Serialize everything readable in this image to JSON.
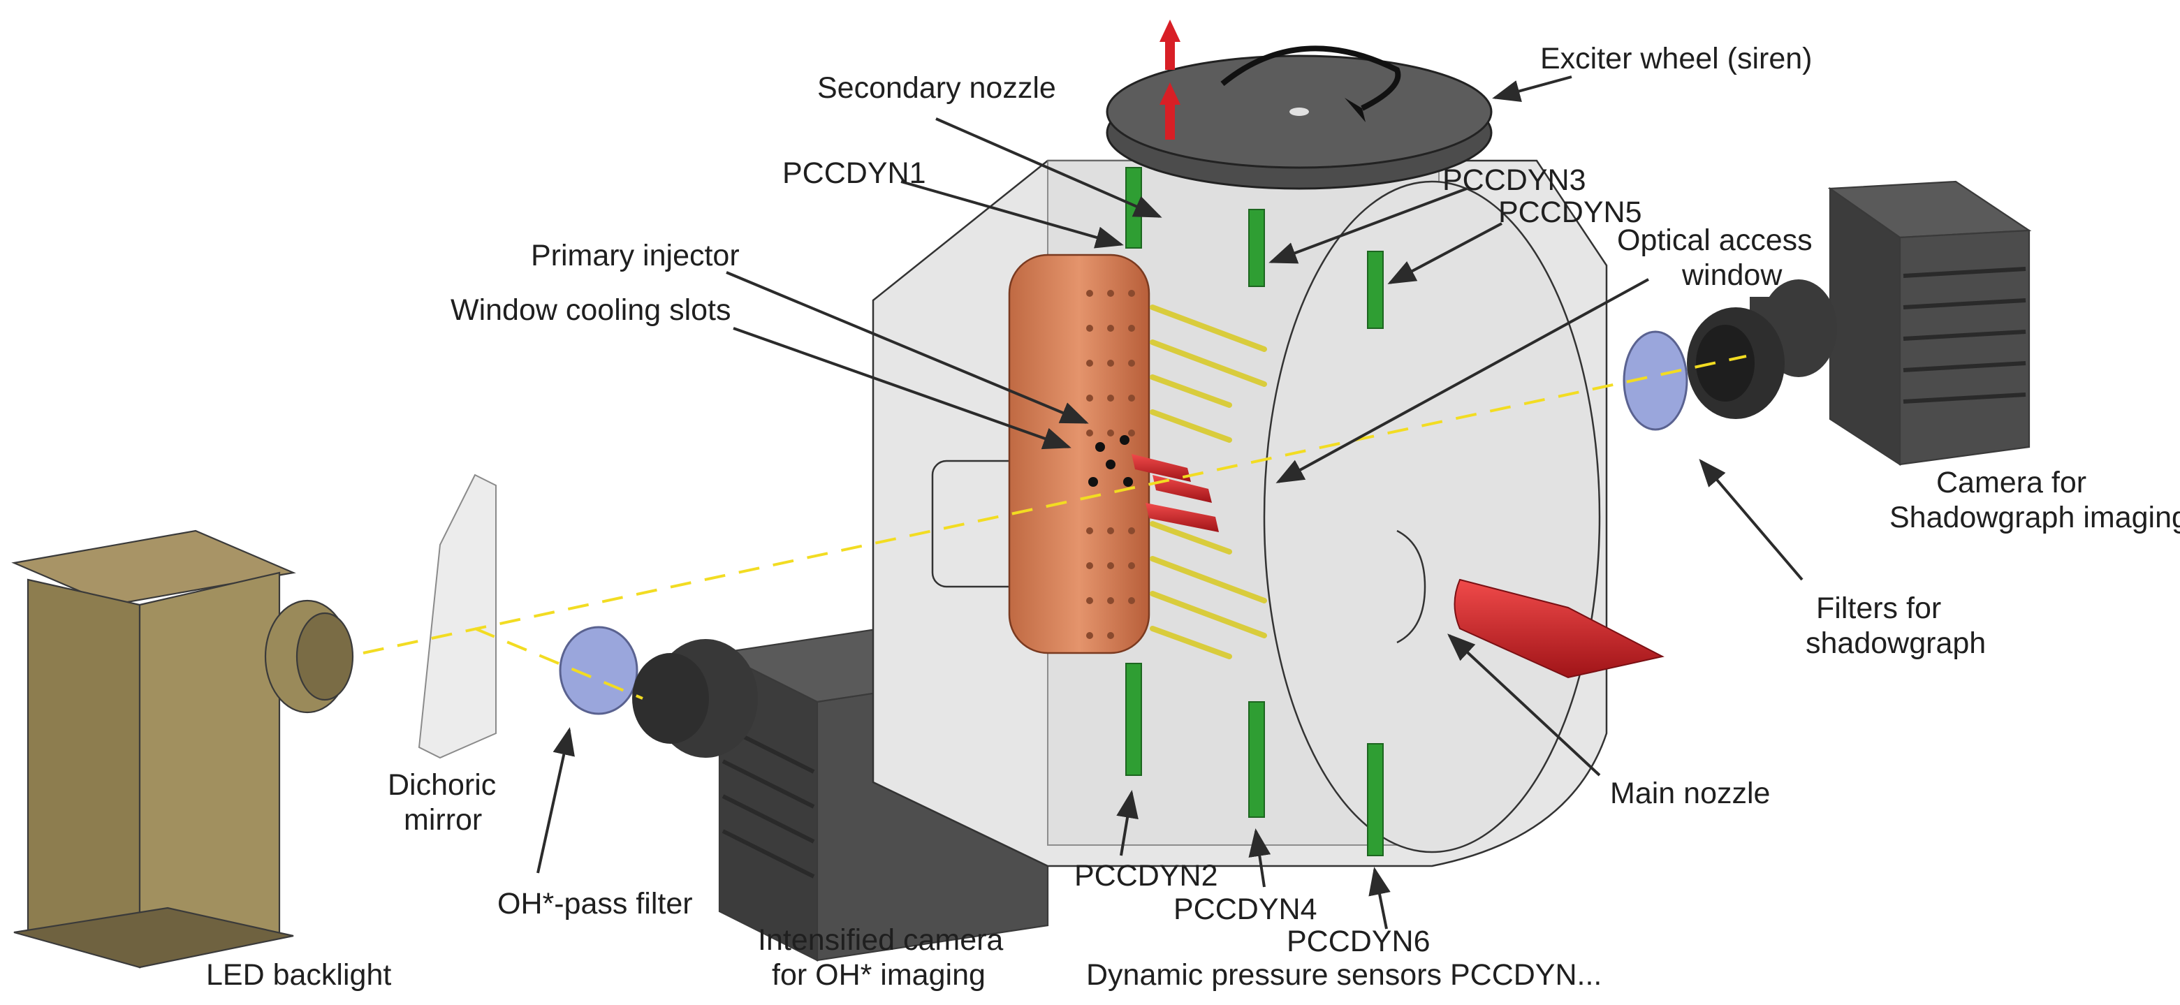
{
  "labels": {
    "secondary_nozzle": "Secondary nozzle",
    "exciter_wheel": "Exciter wheel (siren)",
    "pccdyn1": "PCCDYN1",
    "pccdyn3": "PCCDYN3",
    "pccdyn5": "PCCDYN5",
    "primary_injector": "Primary injector",
    "window_cooling_slots": "Window cooling slots",
    "optical_access_window": [
      "Optical access",
      "window"
    ],
    "camera_shadowgraph": [
      "Camera for",
      "Shadowgraph imaging"
    ],
    "filters_shadowgraph": [
      "Filters for",
      "shadowgraph"
    ],
    "main_nozzle": "Main nozzle",
    "dichoric_mirror": [
      "Dichoric",
      "mirror"
    ],
    "oh_pass_filter": "OH*-pass filter",
    "pccdyn2": "PCCDYN2",
    "pccdyn4": "PCCDYN4",
    "pccdyn6": "PCCDYN6",
    "intensified_camera": [
      "Intensified camera",
      "for OH* imaging"
    ],
    "dynamic_pressure_sensors": "Dynamic pressure sensors PCCDYN...",
    "led_backlight": "LED backlight"
  },
  "colors": {
    "combustor_body": "#e4e4e4",
    "injector_copper": "#d9825a",
    "sensor_green": "#2f9e33",
    "injection_yellow": "#d9cc3c",
    "flow_red": "#d81f26",
    "camera_dark": "#4a4a4a",
    "led_bronze": "#8d7d4f",
    "filter_blue": "#9aa6dc",
    "beam_yellow": "#f2dc22",
    "wheel_gray": "#555555"
  }
}
